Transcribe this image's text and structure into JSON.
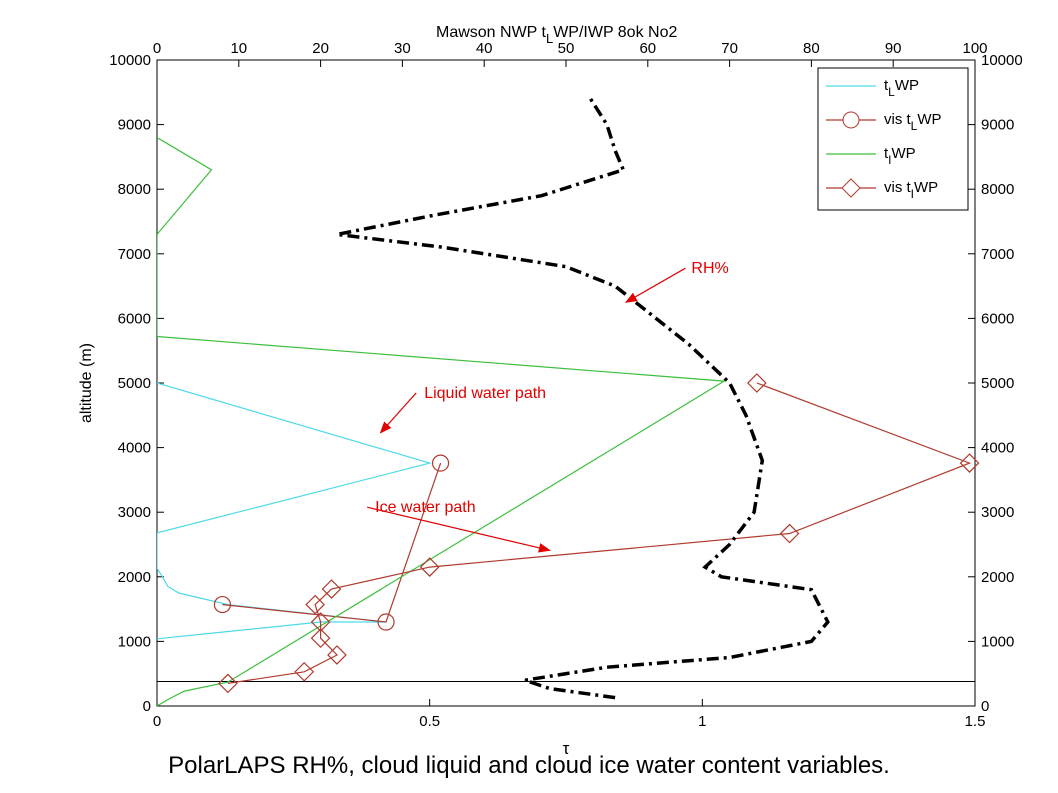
{
  "caption": "PolarLAPS RH%, cloud liquid and cloud ice water content variables.",
  "chart_data": {
    "type": "line",
    "title": {
      "base": "Mawson NWP t",
      "sub": "L",
      "rest": "WP/IWP 8ok No2"
    },
    "ylabel": "altitude (m)",
    "xlabel": "τ",
    "xlim": [
      0,
      1.5
    ],
    "x_top_lim": [
      0,
      100
    ],
    "ylim": [
      0,
      10000
    ],
    "x_ticks": [
      "0",
      "0.5",
      "1",
      "1.5"
    ],
    "x_top_ticks": [
      "0",
      "10",
      "20",
      "30",
      "40",
      "50",
      "60",
      "70",
      "80",
      "90",
      "100"
    ],
    "y_ticks": [
      "0",
      "1000",
      "2000",
      "3000",
      "4000",
      "5000",
      "6000",
      "7000",
      "8000",
      "9000",
      "10000"
    ],
    "y_right_ticks": [
      "0",
      "1000",
      "2000",
      "3000",
      "4000",
      "5000",
      "6000",
      "7000",
      "8000",
      "9000",
      "10000"
    ],
    "grid": false,
    "legend_position": "top-right",
    "reference_line_altitude": 380,
    "series": [
      {
        "name": {
          "base": "t",
          "sub": "L",
          "rest": "WP"
        },
        "color": "#4dd9e8",
        "marker": "none",
        "points": [
          [
            0,
            1040
          ],
          [
            0.3,
            1300
          ],
          [
            0.42,
            1300
          ],
          [
            0.13,
            1570
          ],
          [
            0.04,
            1750
          ],
          [
            0.02,
            1850
          ],
          [
            0.01,
            2000
          ],
          [
            0,
            2130
          ],
          [
            0,
            2680
          ],
          [
            0.5,
            3760
          ],
          [
            0,
            5000
          ]
        ]
      },
      {
        "name": {
          "base": "vis t",
          "sub": "L",
          "rest": "WP"
        },
        "color": "#b03a2e",
        "marker": "circle",
        "points": [
          [
            0.12,
            1570
          ],
          [
            0.42,
            1300
          ],
          [
            0.52,
            3760
          ]
        ]
      },
      {
        "name": {
          "base": "t",
          "sub": "I",
          "rest": "WP"
        },
        "color": "#3cbf3c",
        "marker": "none",
        "points": [
          [
            0,
            0
          ],
          [
            0.02,
            100
          ],
          [
            0.05,
            230
          ],
          [
            0.13,
            370
          ],
          [
            1.04,
            5030
          ],
          [
            0,
            5720
          ],
          [
            0,
            6700
          ],
          [
            0,
            7300
          ],
          [
            0.1,
            8300
          ],
          [
            0,
            8800
          ]
        ]
      },
      {
        "name": {
          "base": "vis t",
          "sub": "I",
          "rest": "WP"
        },
        "color": "#b03a2e",
        "marker": "diamond",
        "points": [
          [
            0.13,
            350
          ],
          [
            0.27,
            530
          ],
          [
            0.33,
            790
          ],
          [
            0.3,
            1050
          ],
          [
            0.3,
            1300
          ],
          [
            0.29,
            1570
          ],
          [
            0.32,
            1810
          ],
          [
            0.5,
            2150
          ],
          [
            1.16,
            2670
          ],
          [
            1.49,
            3760
          ],
          [
            1.1,
            5000
          ]
        ]
      },
      {
        "name": "RH%",
        "axis": "top",
        "color": "#000000",
        "marker": "none",
        "dash": "dashdot",
        "points": [
          [
            56,
            130
          ],
          [
            48,
            270
          ],
          [
            45,
            400
          ],
          [
            55,
            600
          ],
          [
            70,
            750
          ],
          [
            80,
            1000
          ],
          [
            82,
            1300
          ],
          [
            80,
            1800
          ],
          [
            69,
            2000
          ],
          [
            67,
            2150
          ],
          [
            70,
            2500
          ],
          [
            73,
            3000
          ],
          [
            74,
            3800
          ],
          [
            72,
            4500
          ],
          [
            70,
            5000
          ],
          [
            65,
            5600
          ],
          [
            60,
            6100
          ],
          [
            56,
            6500
          ],
          [
            50,
            6800
          ],
          [
            35,
            7100
          ],
          [
            22,
            7300
          ],
          [
            34,
            7600
          ],
          [
            47,
            7900
          ],
          [
            57,
            8300
          ],
          [
            56,
            8600
          ],
          [
            55,
            9000
          ],
          [
            53,
            9400
          ]
        ]
      }
    ],
    "annotations": [
      {
        "text": "RH%",
        "x": 0.98,
        "y": 6700,
        "arrow_to": [
          0.86,
          6250
        ]
      },
      {
        "text": "Liquid water path",
        "x": 0.49,
        "y": 4770,
        "arrow_to": [
          0.41,
          4230
        ]
      },
      {
        "text": "Ice water path",
        "x": 0.4,
        "y": 3000,
        "arrow_to": [
          0.72,
          2410
        ]
      }
    ]
  }
}
